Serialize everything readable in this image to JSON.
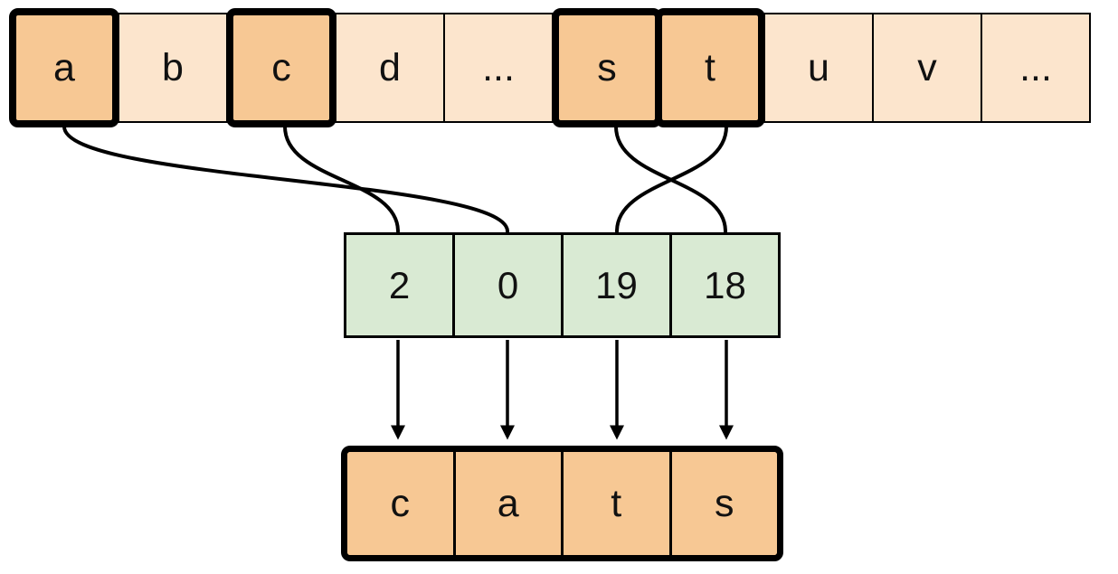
{
  "colors": {
    "highlight_fill": "#f7c894",
    "plain_fill": "#fce5cd",
    "index_fill": "#d9ead3",
    "line": "#000000"
  },
  "alphabet_row": {
    "cells": [
      {
        "label": "a",
        "highlighted": true
      },
      {
        "label": "b",
        "highlighted": false
      },
      {
        "label": "c",
        "highlighted": true
      },
      {
        "label": "d",
        "highlighted": false
      },
      {
        "label": "...",
        "highlighted": false
      },
      {
        "label": "s",
        "highlighted": true
      },
      {
        "label": "t",
        "highlighted": true
      },
      {
        "label": "u",
        "highlighted": false
      },
      {
        "label": "v",
        "highlighted": false
      },
      {
        "label": "...",
        "highlighted": false
      }
    ]
  },
  "index_row": {
    "cells": [
      {
        "value": "2"
      },
      {
        "value": "0"
      },
      {
        "value": "19"
      },
      {
        "value": "18"
      }
    ]
  },
  "output_row": {
    "cells": [
      {
        "label": "c"
      },
      {
        "label": "a"
      },
      {
        "label": "t"
      },
      {
        "label": "s"
      }
    ]
  },
  "mappings": [
    {
      "from_letter": "c",
      "to_index": "2"
    },
    {
      "from_letter": "a",
      "to_index": "0"
    },
    {
      "from_letter": "t",
      "to_index": "19"
    },
    {
      "from_letter": "s",
      "to_index": "18"
    }
  ],
  "output_word": "cats"
}
